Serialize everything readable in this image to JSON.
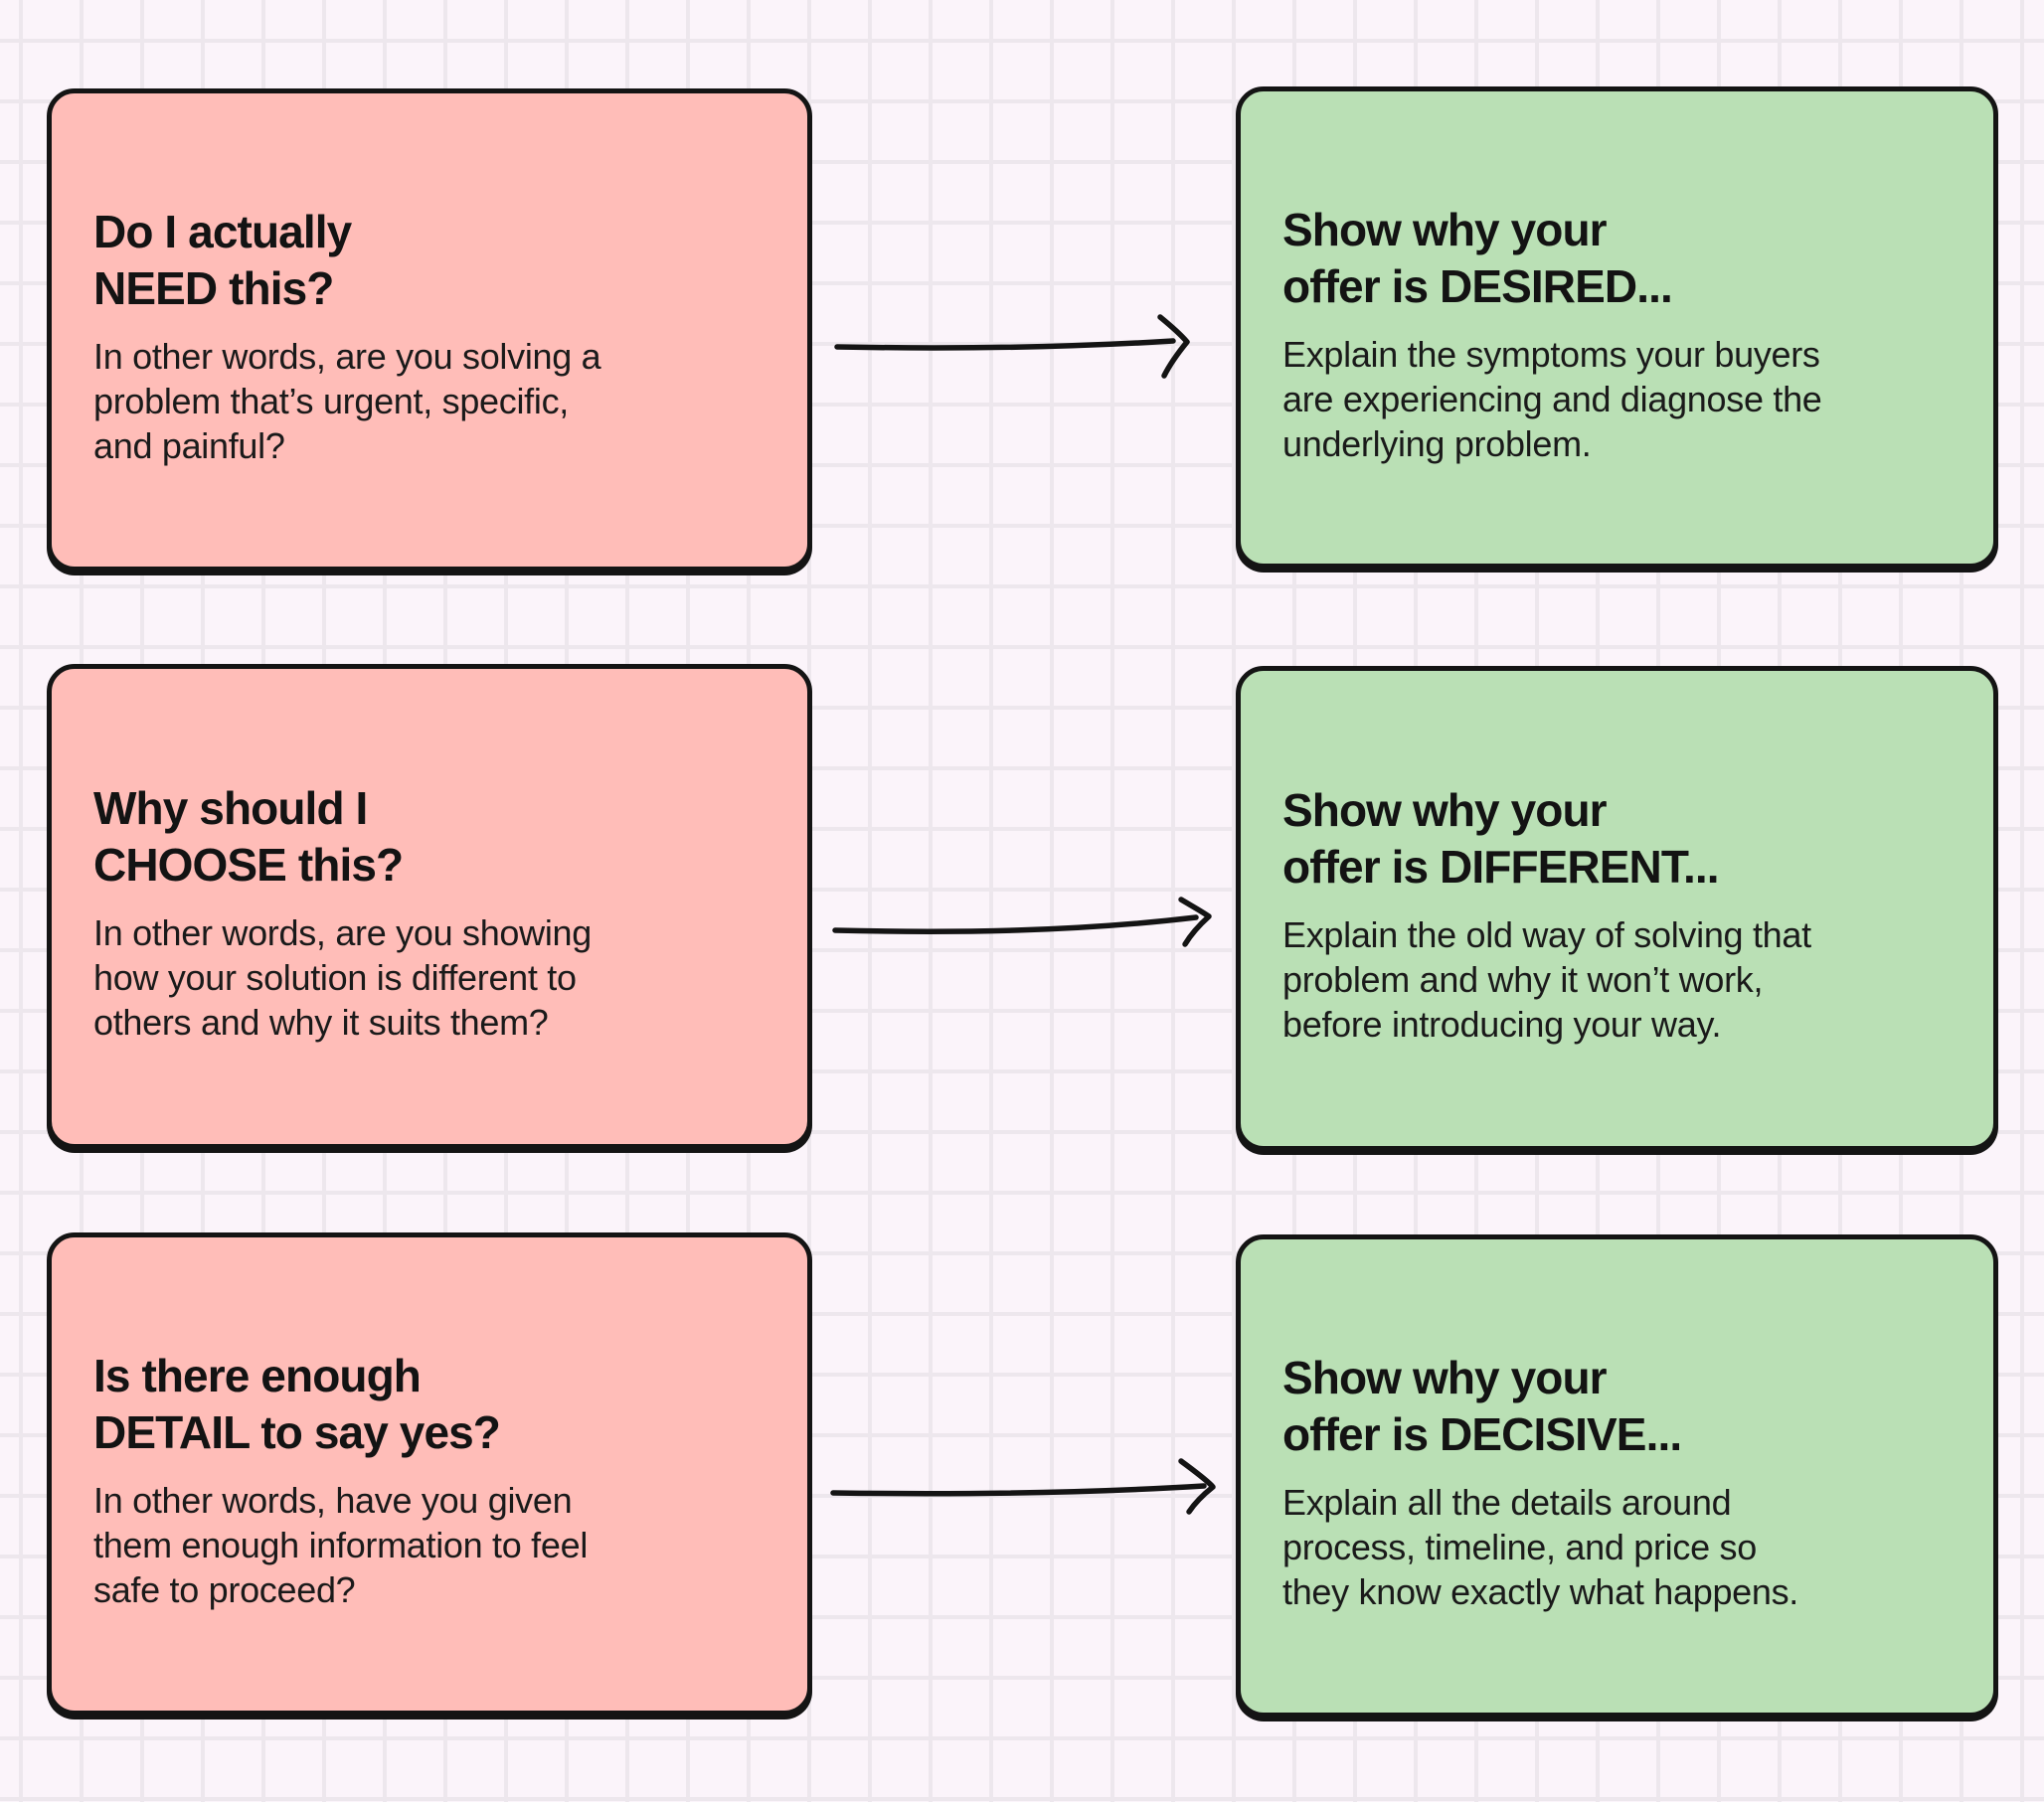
{
  "diagram": {
    "colors": {
      "background": "#FBF4FA",
      "grid_line": "#EDE7ED",
      "question_fill": "#FFBDB8",
      "answer_fill": "#BAE0B5",
      "stroke": "#141414",
      "text": "#141414"
    },
    "rows": [
      {
        "question": {
          "title": "Do I actually\nNEED this?",
          "body": "In other words, are you solving a\nproblem that’s urgent, specific,\nand painful?"
        },
        "answer": {
          "title": "Show why your\noffer is DESIRED...",
          "body": "Explain the symptoms your buyers\nare experiencing and diagnose the\nunderlying problem."
        }
      },
      {
        "question": {
          "title": "Why should I\nCHOOSE this?",
          "body": "In other words, are you showing\nhow your solution is different to\nothers and why it suits them?"
        },
        "answer": {
          "title": "Show why your\noffer is DIFFERENT...",
          "body": "Explain the old way of solving that\nproblem and why it won’t work,\nbefore introducing your way."
        }
      },
      {
        "question": {
          "title": "Is there enough\nDETAIL to say yes?",
          "body": "In other words, have you given\nthem enough information to feel\nsafe to proceed?"
        },
        "answer": {
          "title": "Show why your\noffer is DECISIVE...",
          "body": "Explain all the details around\nprocess, timeline, and price so\nthey know exactly what happens."
        }
      }
    ]
  }
}
